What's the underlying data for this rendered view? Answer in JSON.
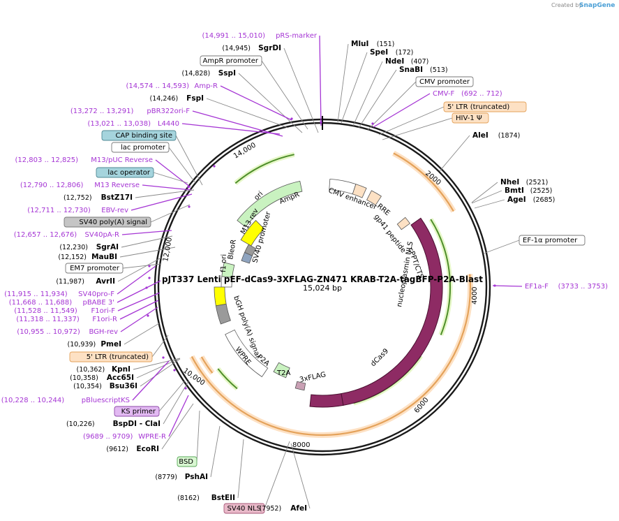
{
  "credit": {
    "created_by": "Created by",
    "brand": "SnapGene"
  },
  "plasmid": {
    "name": "pJT337 Lenti pEF-dCas9-3XFLAG-ZN471 KRAB-T2A-tagBFP-P2A-Blast",
    "size_label": "15,024 bp"
  },
  "tick_labels": [
    "2000",
    "4000",
    "6000",
    "8000",
    "10,000",
    "12,000",
    "14,000"
  ],
  "right_labels": [
    {
      "name": "MluI",
      "pos": "(151)",
      "kind": "enzyme"
    },
    {
      "name": "SpeI",
      "pos": "(172)",
      "kind": "enzyme"
    },
    {
      "name": "NdeI",
      "pos": "(407)",
      "kind": "enzyme"
    },
    {
      "name": "SnaBI",
      "pos": "(513)",
      "kind": "enzyme"
    },
    {
      "name": "CMV promoter",
      "pos": "",
      "kind": "box-white"
    },
    {
      "name": "CMV-F",
      "pos": "(692 .. 712)",
      "kind": "primer"
    },
    {
      "name": "5' LTR (truncated)",
      "pos": "",
      "kind": "box-orange"
    },
    {
      "name": "HIV-1 Ψ",
      "pos": "",
      "kind": "box-orange"
    },
    {
      "name": "AleI",
      "pos": "(1874)",
      "kind": "enzyme"
    },
    {
      "name": "NheI",
      "pos": "(2521)",
      "kind": "enzyme"
    },
    {
      "name": "BmtI",
      "pos": "(2525)",
      "kind": "enzyme"
    },
    {
      "name": "AgeI",
      "pos": "(2685)",
      "kind": "enzyme"
    },
    {
      "name": "EF-1α promoter",
      "pos": "",
      "kind": "box-white"
    },
    {
      "name": "EF1a-F",
      "pos": "(3733 .. 3753)",
      "kind": "primer"
    }
  ],
  "left_labels": [
    {
      "name": "pRS-marker",
      "pos": "(14,991 .. 15,010)",
      "kind": "primer"
    },
    {
      "name": "SgrDI",
      "pos": "(14,945)",
      "kind": "enzyme"
    },
    {
      "name": "AmpR promoter",
      "pos": "",
      "kind": "box-white"
    },
    {
      "name": "SspI",
      "pos": "(14,828)",
      "kind": "enzyme"
    },
    {
      "name": "Amp-R",
      "pos": "(14,574 .. 14,593)",
      "kind": "primer"
    },
    {
      "name": "FspI",
      "pos": "(14,246)",
      "kind": "enzyme"
    },
    {
      "name": "pBR322ori-F",
      "pos": "(13,272 .. 13,291)",
      "kind": "primer"
    },
    {
      "name": "L4440",
      "pos": "(13,021 .. 13,038)",
      "kind": "primer"
    },
    {
      "name": "CAP binding site",
      "pos": "",
      "kind": "box-teal"
    },
    {
      "name": "lac promoter",
      "pos": "",
      "kind": "box-white"
    },
    {
      "name": "M13/pUC Reverse",
      "pos": "(12,803 .. 12,825)",
      "kind": "primer"
    },
    {
      "name": "lac operator",
      "pos": "",
      "kind": "box-teal"
    },
    {
      "name": "M13 Reverse",
      "pos": "(12,790 .. 12,806)",
      "kind": "primer"
    },
    {
      "name": "BstZ17I",
      "pos": "(12,752)",
      "kind": "enzyme"
    },
    {
      "name": "EBV-rev",
      "pos": "(12,711 .. 12,730)",
      "kind": "primer"
    },
    {
      "name": "SV40 poly(A) signal",
      "pos": "",
      "kind": "box-gray"
    },
    {
      "name": "SV40pA-R",
      "pos": "(12,657 .. 12,676)",
      "kind": "primer"
    },
    {
      "name": "SgrAI",
      "pos": "(12,230)",
      "kind": "enzyme"
    },
    {
      "name": "MauBI",
      "pos": "(12,152)",
      "kind": "enzyme"
    },
    {
      "name": "EM7 promoter",
      "pos": "",
      "kind": "box-white"
    },
    {
      "name": "AvrII",
      "pos": "(11,987)",
      "kind": "enzyme"
    },
    {
      "name": "SV40pro-F",
      "pos": "(11,915 .. 11,934)",
      "kind": "primer"
    },
    {
      "name": "pBABE 3'",
      "pos": "(11,668 .. 11,688)",
      "kind": "primer"
    },
    {
      "name": "F1ori-F",
      "pos": "(11,528 .. 11,549)",
      "kind": "primer"
    },
    {
      "name": "F1ori-R",
      "pos": "(11,318 .. 11,337)",
      "kind": "primer"
    },
    {
      "name": "BGH-rev",
      "pos": "(10,955 .. 10,972)",
      "kind": "primer"
    },
    {
      "name": "PmeI",
      "pos": "(10,939)",
      "kind": "enzyme"
    },
    {
      "name": "5' LTR (truncated)",
      "pos": "",
      "kind": "box-orange"
    },
    {
      "name": "KpnI",
      "pos": "(10,362)",
      "kind": "enzyme"
    },
    {
      "name": "Acc65I",
      "pos": "(10,358)",
      "kind": "enzyme"
    },
    {
      "name": "Bsu36I",
      "pos": "(10,354)",
      "kind": "enzyme"
    },
    {
      "name": "pBluescriptKS",
      "pos": "(10,228 .. 10,244)",
      "kind": "primer"
    },
    {
      "name": "KS primer",
      "pos": "",
      "kind": "box-purple"
    },
    {
      "name": "BspDI - ClaI",
      "pos": "(10,226)",
      "kind": "enzyme"
    },
    {
      "name": "WPRE-R",
      "pos": "(9689 .. 9709)",
      "kind": "primer"
    },
    {
      "name": "EcoRI",
      "pos": "(9612)",
      "kind": "enzyme"
    },
    {
      "name": "BSD",
      "pos": "",
      "kind": "box-green"
    },
    {
      "name": "PshAI",
      "pos": "(8779)",
      "kind": "enzyme"
    },
    {
      "name": "BstEII",
      "pos": "(8162)",
      "kind": "enzyme"
    },
    {
      "name": "SV40 NLS",
      "pos": "",
      "kind": "box-pink"
    },
    {
      "name": "AfeI",
      "pos": "(7952)",
      "kind": "enzyme"
    }
  ],
  "inner_features": [
    "CMV enhancer",
    "AmpR",
    "ori",
    "M13 rev",
    "SV40 promoter",
    "BleoR",
    "f1 ori",
    "bGH poly(A) signal",
    "WPRE",
    "P2A",
    "T2A",
    "3xFLAG",
    "dCas9",
    "nucleoplasmin NLS",
    "cPPT/CTS",
    "gp41 peptide",
    "RRE"
  ],
  "colors": {
    "primer": "#a535d4",
    "ltr_fill": "#fde1c4",
    "ltr_stroke": "#e4a25a",
    "cas9": "#8e2b64",
    "green_feat": "#c9f2c0",
    "teal_box": "#a5d4dd",
    "gray_box": "#c5c5c5",
    "purple_box": "#e2b9f2",
    "green_box": "#d9f7d2",
    "pink_box": "#e9b9c9"
  }
}
